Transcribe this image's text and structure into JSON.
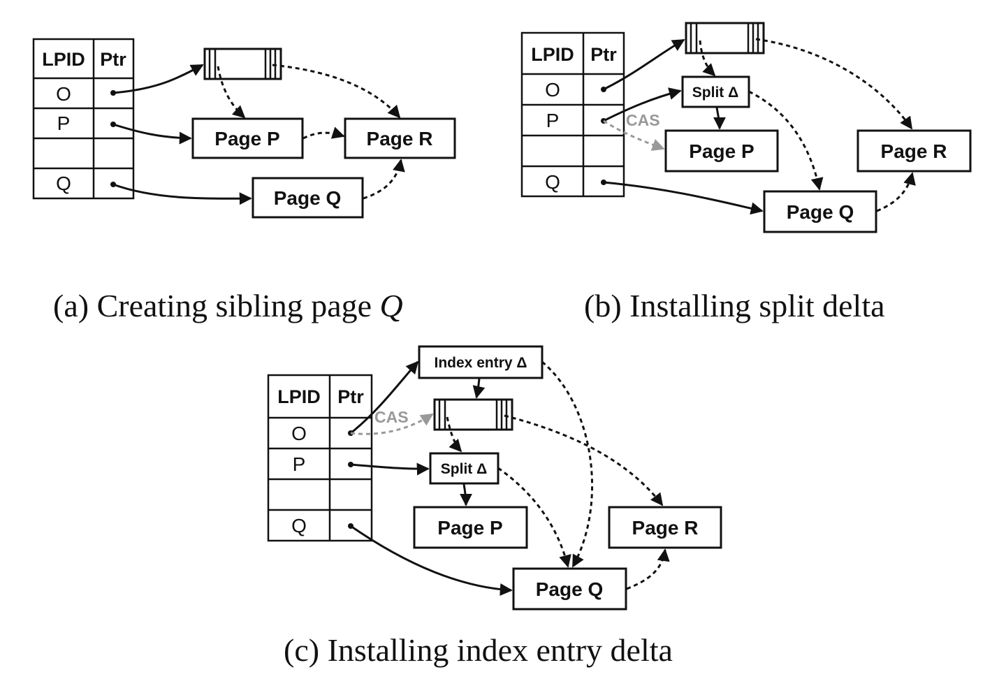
{
  "table": {
    "header_lpid": "LPID",
    "header_ptr": "Ptr",
    "rows_ab": [
      "O",
      "P",
      "",
      "Q"
    ]
  },
  "diagram_a": {
    "page_p": "Page P",
    "page_r": "Page R",
    "page_q": "Page Q",
    "caption_prefix": "(a)",
    "caption_text": "Creating sibling page",
    "caption_var": "Q"
  },
  "diagram_b": {
    "split_delta": "Split Δ",
    "cas": "CAS",
    "page_p": "Page P",
    "page_r": "Page R",
    "page_q": "Page Q",
    "caption_prefix": "(b)",
    "caption_text": "Installing split delta"
  },
  "diagram_c": {
    "index_delta": "Index entry Δ",
    "split_delta": "Split Δ",
    "cas": "CAS",
    "page_p": "Page P",
    "page_r": "Page R",
    "page_q": "Page Q",
    "caption_prefix": "(c)",
    "caption_text": "Installing index entry delta"
  }
}
